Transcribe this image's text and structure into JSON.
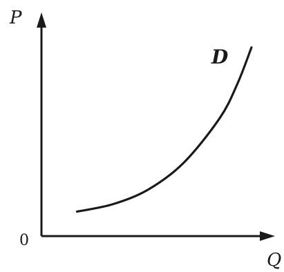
{
  "chart_data": {
    "type": "line",
    "title": "",
    "xlabel": "Q",
    "ylabel": "P",
    "origin_label": "0",
    "grid": false,
    "series": [
      {
        "name": "D",
        "x": [
          1.0,
          2.0,
          3.0,
          4.0,
          5.0,
          5.5,
          5.9
        ],
        "y": [
          1.0,
          1.3,
          1.9,
          3.0,
          4.8,
          6.2,
          7.7
        ]
      }
    ],
    "xlim": [
      0,
      6.6
    ],
    "ylim": [
      0,
      9.3
    ]
  }
}
